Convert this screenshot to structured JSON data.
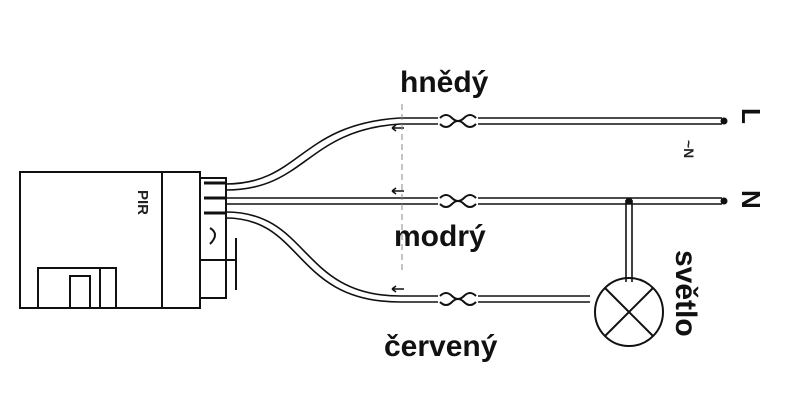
{
  "diagram": {
    "module_label": "PIR",
    "wires": {
      "brown": "hnědý",
      "blue": "modrý",
      "red": "červený"
    },
    "terminals": {
      "line": "L",
      "neutral": "N",
      "ac_symbol": "~N"
    },
    "lamp_label": "světlo"
  }
}
